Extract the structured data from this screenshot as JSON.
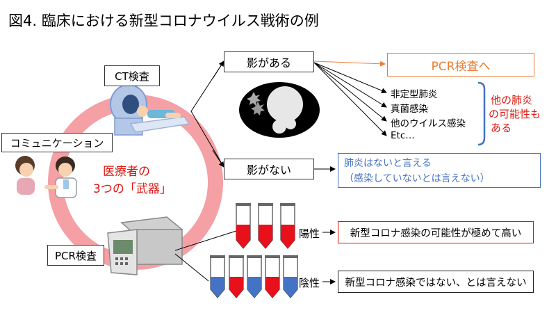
{
  "title": "図4. 臨床における新型コロナウイルス戦術の例",
  "center": {
    "line1": "医療者の",
    "line2": "3つの「武器」"
  },
  "tools": {
    "ct": "CT検査",
    "communication": "コミュニケーション",
    "pcr": "PCR検査"
  },
  "ct_branch": {
    "shadow_present": "影がある",
    "shadow_absent": "影がない",
    "pcr_next": "PCR検査へ",
    "differentials": [
      "非定型肺炎",
      "真菌感染",
      "他のウイルス感染",
      "Etc…"
    ],
    "other_pneumonia": [
      "他の肺炎",
      "の可能性も",
      "ある"
    ],
    "no_pneumonia": [
      "肺炎はないと言える",
      "（感染していないとは言えない）"
    ]
  },
  "pcr_branch": {
    "positive_label": "陽性",
    "positive_result": "新型コロナ感染の可能性が極めて高い",
    "negative_label": "陰性",
    "negative_result": "新型コロナ感染ではない、とは言えない"
  },
  "colors": {
    "accent_red": "#e0140c",
    "blue": "#4472c4",
    "orange": "#ed7d31",
    "ring": "#f4a0a4",
    "tube_red": "#e8101b",
    "tube_blue": "#4472c4"
  }
}
